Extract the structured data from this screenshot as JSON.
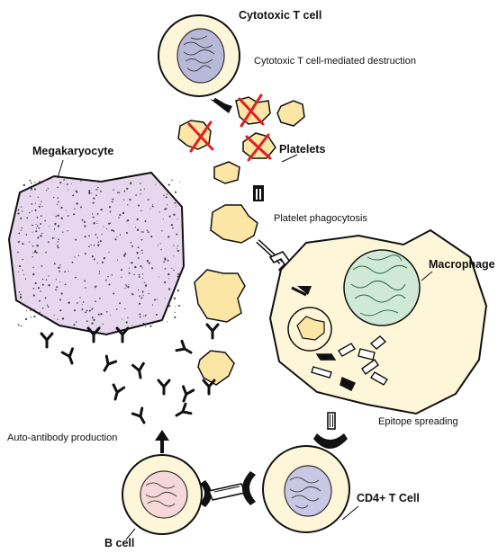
{
  "labels": {
    "cytotoxic_t_cell": "Cytotoxic T cell",
    "ctl_destruction": "Cytotoxic T cell-mediated destruction",
    "platelets": "Platelets",
    "megakaryocyte": "Megakaryocyte",
    "platelet_phagocytosis": "Platelet phagocytosis",
    "macrophage": "Macrophage",
    "epitope_spreading": "Epitope spreading",
    "auto_antibody_production": "Auto-antibody production",
    "cd4_t_cell": "CD4+ T Cell",
    "b_cell": "B cell"
  },
  "colors": {
    "platelet_fill": "#fbe6a6",
    "cell_fill": "#fdf6d8",
    "megakaryocyte_fill": "#e6d6ee",
    "cytotoxic_nucleus": "#b8b8d8",
    "macrophage_nucleus": "#cfe9d6",
    "b_cell_nucleus": "#f6d8d8",
    "cd4_nucleus": "#c8c8e4",
    "destroy_mark": "#e02020"
  }
}
